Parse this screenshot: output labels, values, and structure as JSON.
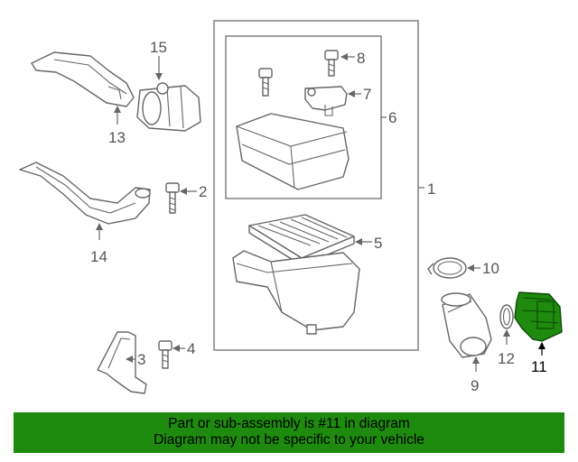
{
  "diagram": {
    "callouts": [
      "1",
      "2",
      "3",
      "4",
      "5",
      "6",
      "7",
      "8",
      "9",
      "10",
      "11",
      "12",
      "13",
      "14",
      "15"
    ],
    "highlight_color": "#1e8a0e"
  },
  "banner": {
    "line1": "Part or sub-assembly is #11 in diagram",
    "line2": "Diagram may not be specific to your vehicle",
    "background": "#1e8a0e"
  }
}
